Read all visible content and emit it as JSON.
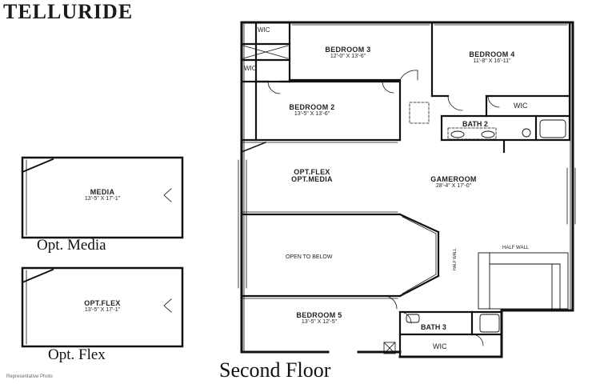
{
  "header": {
    "title": "TELLURIDE"
  },
  "footer": {
    "floor_title": "Second Floor",
    "note": "Representative Photo"
  },
  "options": {
    "media": {
      "caption": "Opt. Media",
      "room_name": "MEDIA",
      "room_dims": "13'-5\" X 17'-1\""
    },
    "flex": {
      "caption": "Opt. Flex",
      "room_name": "OPT.FLEX",
      "room_dims": "13'-5\" X 17'-1\""
    }
  },
  "rooms": {
    "bedroom3": {
      "name": "BEDROOM 3",
      "dims": "12'-0\" X 13'-6\""
    },
    "bedroom4": {
      "name": "BEDROOM 4",
      "dims": "11'-8\" X 16'-11\""
    },
    "bedroom2": {
      "name": "BEDROOM 2",
      "dims": "13'-5\" X 13'-6\""
    },
    "bath2": {
      "name": "BATH 2"
    },
    "wic_top": {
      "name": "WIC"
    },
    "wic_left": {
      "name": "WIC"
    },
    "wic_b4": {
      "name": "WIC"
    },
    "optflex": {
      "line1": "OPT.FLEX",
      "line2": "OPT.MEDIA"
    },
    "gameroom": {
      "name": "GAMEROOM",
      "dims": "28'-4\" X 17'-0\""
    },
    "open_below": {
      "name": "OPEN TO BELOW"
    },
    "half_wall": {
      "name": "HALF WALL"
    },
    "half_wall_v": {
      "name": "HALF WALL"
    },
    "bedroom5": {
      "name": "BEDROOM 5",
      "dims": "13'-5\" X 12'-5\""
    },
    "bath3": {
      "name": "BATH 3"
    },
    "wic_bottom": {
      "name": "WIC"
    }
  }
}
